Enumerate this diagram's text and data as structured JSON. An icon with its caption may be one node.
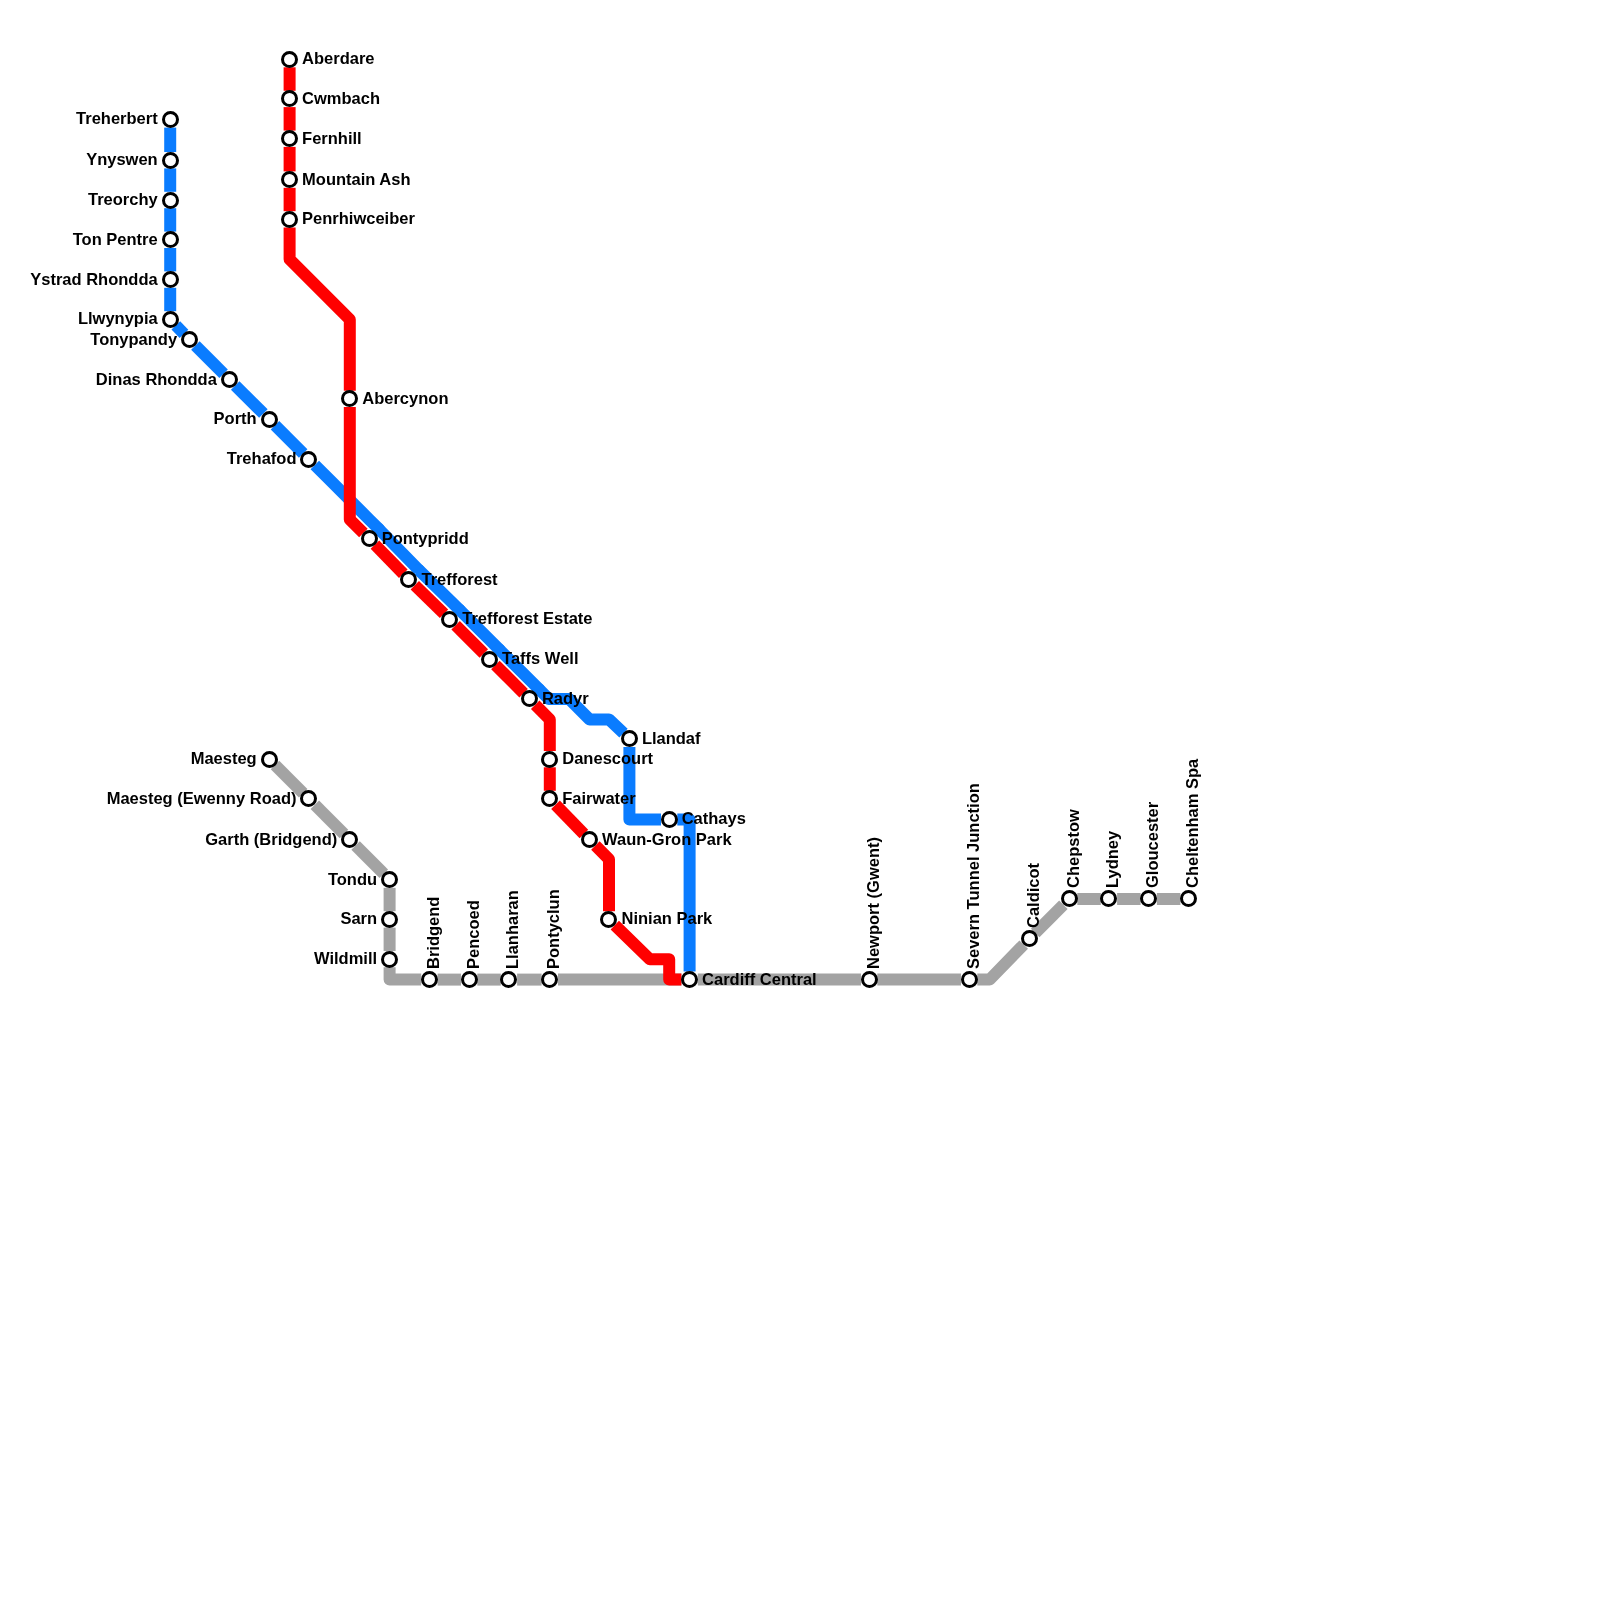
{
  "diagram": {
    "nodes": [
      {
        "text": [
          "Treherbert"
        ]
      },
      {
        "text": [
          "Ynyswen"
        ]
      },
      {
        "text": [
          "Treorchy"
        ]
      },
      {
        "text": [
          "Ton Pentre"
        ]
      },
      {
        "text": [
          "Ystrad Rhondda"
        ]
      },
      {
        "text": [
          "Llwynypia"
        ]
      },
      {
        "text": [
          "Tonypandy"
        ]
      },
      {
        "text": [
          "Dinas Rhondda"
        ]
      },
      {
        "text": [
          "Porth"
        ]
      },
      {
        "text": [
          "Trehafod"
        ]
      },
      {
        "text": [
          "Aberdare"
        ]
      },
      {
        "text": [
          "Cwmbach"
        ]
      },
      {
        "text": [
          "Fernhill"
        ]
      },
      {
        "text": [
          "Mountain Ash"
        ]
      },
      {
        "text": [
          "Penrhiwceiber"
        ]
      },
      {
        "text": [
          "Abercynon"
        ]
      },
      {
        "text": [
          "Pontypridd"
        ]
      },
      {
        "text": [
          "Trefforest"
        ]
      },
      {
        "text": [
          "Trefforest Estate"
        ]
      },
      {
        "text": [
          "Taffs Well"
        ]
      },
      {
        "text": [
          "Radyr"
        ]
      },
      {
        "text": [
          "Llandaf"
        ]
      },
      {
        "text": [
          "Danescourt"
        ]
      },
      {
        "text": [
          "Fairwater"
        ]
      },
      {
        "text": [
          "Cathays"
        ]
      },
      {
        "text": [
          "Waun-Gron Park"
        ]
      },
      {
        "text": [
          "Ninian Park"
        ]
      },
      {
        "text": [
          "Maesteg"
        ]
      },
      {
        "text": [
          "Maesteg (Ewenny Road)"
        ]
      },
      {
        "text": [
          "Garth (Bridgend)"
        ]
      },
      {
        "text": [
          "Tondu"
        ]
      },
      {
        "text": [
          "Sarn"
        ]
      },
      {
        "text": [
          "Wildmill"
        ]
      },
      {
        "text": [
          "Bridgend"
        ]
      },
      {
        "text": [
          "Pencoed"
        ]
      },
      {
        "text": [
          "Llanharan"
        ]
      },
      {
        "text": [
          "Pontyclun"
        ]
      },
      {
        "text": [
          "Cardiff Central"
        ]
      },
      {
        "text": [
          "Newport (Gwent)"
        ]
      },
      {
        "text": [
          "Severn Tunnel Junction"
        ]
      },
      {
        "text": [
          "Caldicot"
        ]
      },
      {
        "text": [
          "Chepstow"
        ]
      },
      {
        "text": [
          "Lydney"
        ]
      },
      {
        "text": [
          "Gloucester"
        ]
      },
      {
        "text": [
          "Cheltenham Spa"
        ]
      }
    ],
    "edges": [
      {
        "from": 27,
        "to": 28,
        "arrow": "none",
        "color": "#a3a3a3"
      },
      {
        "from": 28,
        "to": 29,
        "arrow": "none",
        "color": "#a3a3a3"
      },
      {
        "from": 29,
        "to": 30,
        "arrow": "none",
        "color": "#a3a3a3"
      },
      {
        "from": 30,
        "to": 31,
        "arrow": "none",
        "color": "#a3a3a3"
      },
      {
        "from": 31,
        "to": 32,
        "arrow": "none",
        "color": "#a3a3a3"
      },
      {
        "from": 32,
        "to": 33,
        "arrow": "none",
        "color": "#a3a3a3"
      },
      {
        "from": 33,
        "to": 34,
        "arrow": "none",
        "color": "#a3a3a3"
      },
      {
        "from": 34,
        "to": 35,
        "arrow": "none",
        "color": "#a3a3a3"
      },
      {
        "from": 35,
        "to": 36,
        "arrow": "none",
        "color": "#a3a3a3"
      },
      {
        "from": 36,
        "to": 37,
        "arrow": "none",
        "color": "#a3a3a3"
      },
      {
        "from": 37,
        "to": 38,
        "arrow": "none",
        "color": "#a3a3a3"
      },
      {
        "from": 38,
        "to": 39,
        "arrow": "none",
        "color": "#a3a3a3"
      },
      {
        "from": 39,
        "to": 40,
        "arrow": "none",
        "color": "#a3a3a3"
      },
      {
        "from": 40,
        "to": 41,
        "arrow": "none",
        "color": "#a3a3a3"
      },
      {
        "from": 41,
        "to": 42,
        "arrow": "none",
        "color": "#a3a3a3"
      },
      {
        "from": 42,
        "to": 43,
        "arrow": "none",
        "color": "#a3a3a3"
      },
      {
        "from": 43,
        "to": 44,
        "arrow": "none",
        "color": "#a3a3a3"
      },
      {
        "from": 0,
        "to": 1,
        "arrow": "none",
        "color": "#0a7cff"
      },
      {
        "from": 1,
        "to": 2,
        "arrow": "none",
        "color": "#0a7cff"
      },
      {
        "from": 2,
        "to": 3,
        "arrow": "none",
        "color": "#0a7cff"
      },
      {
        "from": 3,
        "to": 4,
        "arrow": "none",
        "color": "#0a7cff"
      },
      {
        "from": 4,
        "to": 5,
        "arrow": "none",
        "color": "#0a7cff"
      },
      {
        "from": 5,
        "to": 6,
        "arrow": "none",
        "color": "#0a7cff"
      },
      {
        "from": 6,
        "to": 7,
        "arrow": "none",
        "color": "#0a7cff"
      },
      {
        "from": 7,
        "to": 8,
        "arrow": "none",
        "color": "#0a7cff"
      },
      {
        "from": 8,
        "to": 9,
        "arrow": "none",
        "color": "#0a7cff"
      },
      {
        "from": 9,
        "to": 16,
        "arrow": "none",
        "color": "#0a7cff"
      },
      {
        "from": 16,
        "to": 17,
        "arrow": "none",
        "color": "#0a7cff"
      },
      {
        "from": 17,
        "to": 18,
        "arrow": "none",
        "color": "#0a7cff"
      },
      {
        "from": 18,
        "to": 19,
        "arrow": "none",
        "color": "#0a7cff"
      },
      {
        "from": 19,
        "to": 20,
        "arrow": "none",
        "color": "#0a7cff"
      },
      {
        "from": 20,
        "to": 21,
        "arrow": "none",
        "color": "#0a7cff"
      },
      {
        "from": 21,
        "to": 24,
        "arrow": "none",
        "color": "#0a7cff"
      },
      {
        "from": 24,
        "to": 37,
        "arrow": "none",
        "color": "#0a7cff"
      },
      {
        "from": 10,
        "to": 11,
        "arrow": "none",
        "color": "#ff0000"
      },
      {
        "from": 11,
        "to": 12,
        "arrow": "none",
        "color": "#ff0000"
      },
      {
        "from": 12,
        "to": 13,
        "arrow": "none",
        "color": "#ff0000"
      },
      {
        "from": 13,
        "to": 14,
        "arrow": "none",
        "color": "#ff0000"
      },
      {
        "from": 14,
        "to": 15,
        "arrow": "none",
        "color": "#ff0000"
      },
      {
        "from": 15,
        "to": 16,
        "arrow": "none",
        "color": "#ff0000"
      },
      {
        "from": 16,
        "to": 17,
        "arrow": "none",
        "color": "#ff0000"
      },
      {
        "from": 17,
        "to": 18,
        "arrow": "none",
        "color": "#ff0000"
      },
      {
        "from": 18,
        "to": 19,
        "arrow": "none",
        "color": "#ff0000"
      },
      {
        "from": 19,
        "to": 20,
        "arrow": "none",
        "color": "#ff0000"
      },
      {
        "from": 20,
        "to": 22,
        "arrow": "none",
        "color": "#ff0000"
      },
      {
        "from": 22,
        "to": 23,
        "arrow": "none",
        "color": "#ff0000"
      },
      {
        "from": 23,
        "to": 25,
        "arrow": "none",
        "color": "#ff0000"
      },
      {
        "from": 25,
        "to": 26,
        "arrow": "none",
        "color": "#ff0000"
      },
      {
        "from": 26,
        "to": 37,
        "arrow": "none",
        "color": "#ff0000"
      }
    ]
  }
}
